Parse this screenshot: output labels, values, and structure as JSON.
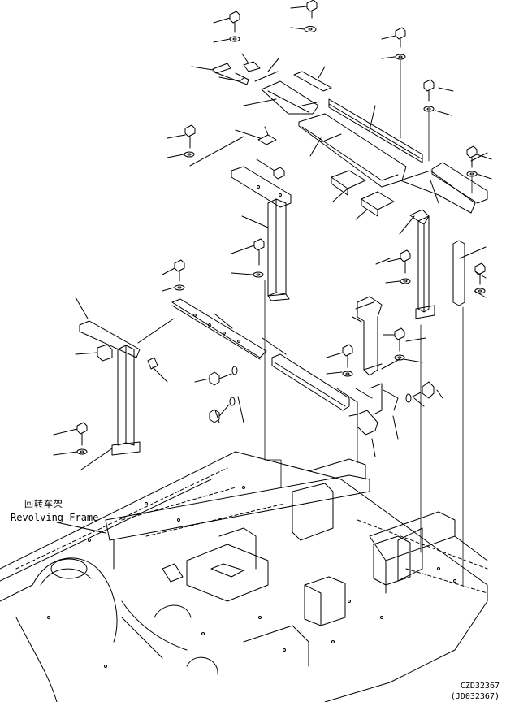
{
  "frame_label": {
    "chinese": "回转车架",
    "english": "Revolving Frame"
  },
  "figure_codes": {
    "primary": "CZD32367",
    "secondary": "(JD032367)"
  }
}
